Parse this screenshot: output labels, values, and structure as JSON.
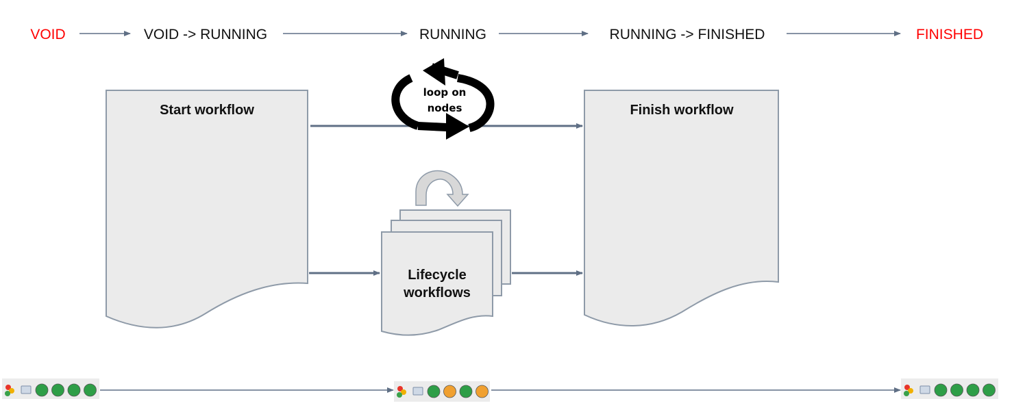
{
  "states": [
    {
      "label": "VOID",
      "color": "#ff0000"
    },
    {
      "label": "VOID -> RUNNING",
      "color": "#111111"
    },
    {
      "label": "RUNNING",
      "color": "#111111"
    },
    {
      "label": "RUNNING -> FINISHED",
      "color": "#111111"
    },
    {
      "label": "FINISHED",
      "color": "#ff0000"
    }
  ],
  "documents": {
    "start": "Start workflow",
    "finish": "Finish workflow",
    "lifecycle_line1": "Lifecycle",
    "lifecycle_line2": "workflows"
  },
  "loop": {
    "line1": "loop on",
    "line2": "nodes"
  },
  "status_strips": [
    {
      "dots": [
        "green",
        "green",
        "green",
        "green"
      ]
    },
    {
      "dots": [
        "green",
        "orange",
        "green",
        "orange"
      ]
    },
    {
      "dots": [
        "green",
        "green",
        "green",
        "green"
      ]
    }
  ],
  "colors": {
    "green": "#2e9e47",
    "orange": "#f0a030",
    "arrow": "#5f6f85",
    "doc_fill": "#ebebeb",
    "state_red": "#ff0000"
  }
}
